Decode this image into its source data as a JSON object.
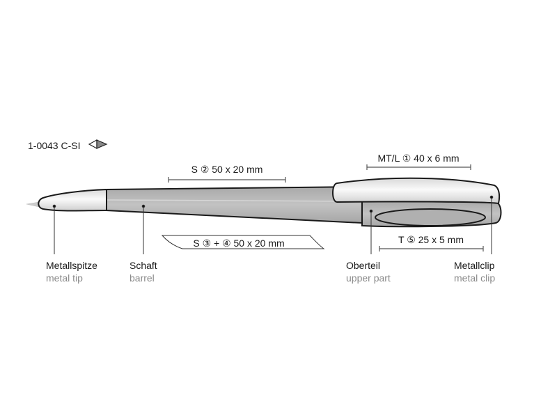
{
  "product": {
    "code": "1-0043 C-SI",
    "icon": "rotation-mechanism-icon"
  },
  "imprint_areas": [
    {
      "label": "S ② 50 x 20 mm"
    },
    {
      "label": "MT/L ① 40 x 6 mm"
    },
    {
      "label": "S ③ + ④ 50 x 20 mm"
    },
    {
      "label": "T ⑤ 25 x 5 mm"
    }
  ],
  "parts": [
    {
      "de": "Metallspitze",
      "en": "metal tip"
    },
    {
      "de": "Schaft",
      "en": "barrel"
    },
    {
      "de": "Oberteil",
      "en": "upper part"
    },
    {
      "de": "Metallclip",
      "en": "metal clip"
    }
  ],
  "colors": {
    "barrel": "#b4b4b4",
    "metal": "#efefef",
    "outline": "#1a1a1a",
    "dimension": "#555555"
  }
}
